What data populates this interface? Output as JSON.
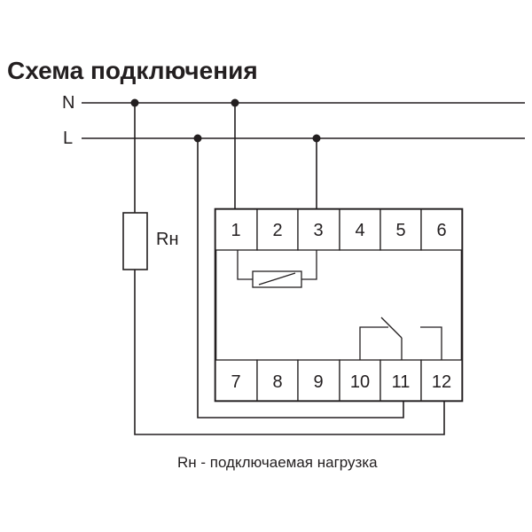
{
  "title": "Схема подключения",
  "lines": {
    "n_label": "N",
    "l_label": "L"
  },
  "load_label": "Rн",
  "terminals_top": [
    "1",
    "2",
    "3",
    "4",
    "5",
    "6"
  ],
  "terminals_bottom": [
    "7",
    "8",
    "9",
    "10",
    "11",
    "12"
  ],
  "legend": "Rн - подключаемая нагрузка",
  "colors": {
    "line": "#231f20",
    "background": "#ffffff"
  }
}
